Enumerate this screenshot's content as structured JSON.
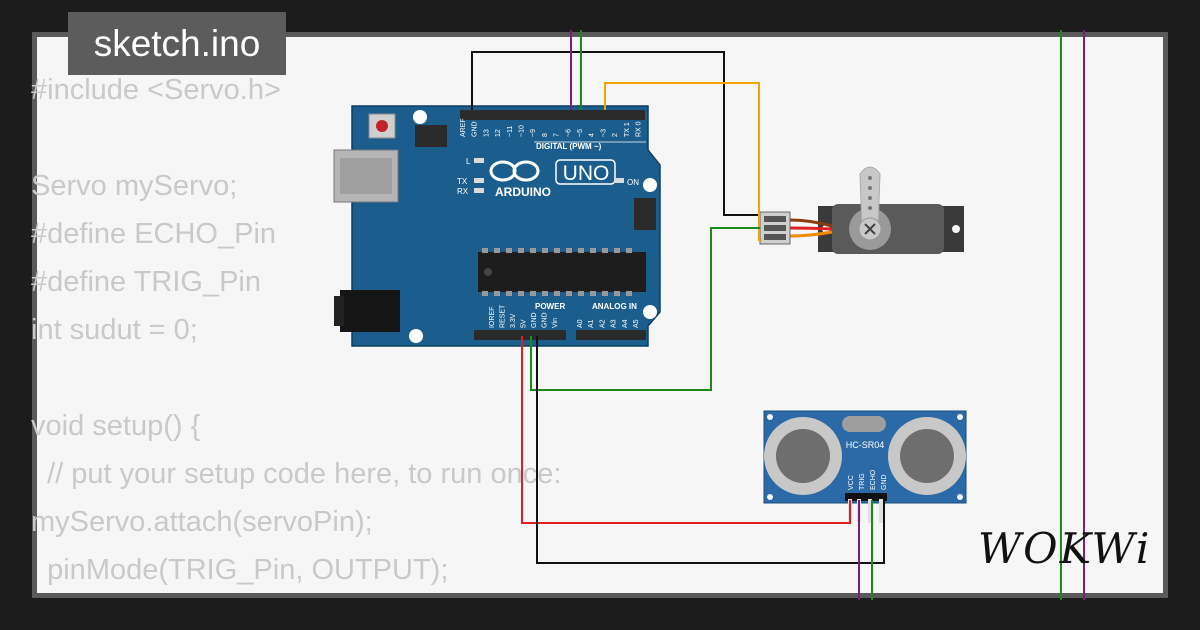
{
  "title": "sketch.ino",
  "code_lines": [
    "#include <Servo.h>",
    "",
    "Servo myServo;",
    "#define ECHO_Pin",
    "#define TRIG_Pin",
    "int sudut = 0;",
    "",
    "void setup() {",
    "  // put your setup code here, to run once:",
    "myServo.attach(servoPin);",
    "  pinMode(TRIG_Pin, OUTPUT);"
  ],
  "arduino": {
    "brand": "ARDUINO",
    "model": "UNO",
    "digital_header": "DIGITAL (PWM ~)",
    "power_header": "POWER",
    "analog_header": "ANALOG IN",
    "led_l": "L",
    "led_tx": "TX",
    "led_rx": "RX",
    "led_on": "ON",
    "top_pins": [
      "AREF",
      "GND",
      "13",
      "12",
      "~11",
      "~10",
      "~9",
      "8",
      "7",
      "~6",
      "~5",
      "4",
      "~3",
      "2",
      "TX 1",
      "RX 0"
    ],
    "power_pins": [
      "IOREF",
      "RESET",
      "3.3V",
      "5V",
      "GND",
      "GND",
      "Vin"
    ],
    "analog_pins": [
      "A0",
      "A1",
      "A2",
      "A3",
      "A4",
      "A5"
    ]
  },
  "sensor": {
    "name": "HC-SR04",
    "pins": [
      "VCC",
      "TRIG",
      "ECHO",
      "GND"
    ]
  },
  "brand_logo": "WOKWi",
  "colors": {
    "board": "#1b5e8e",
    "wire_black": "#111111",
    "wire_red": "#e02020",
    "wire_green": "#1a8a1a",
    "wire_purple": "#7a1f7a",
    "wire_orange": "#f4a300"
  }
}
